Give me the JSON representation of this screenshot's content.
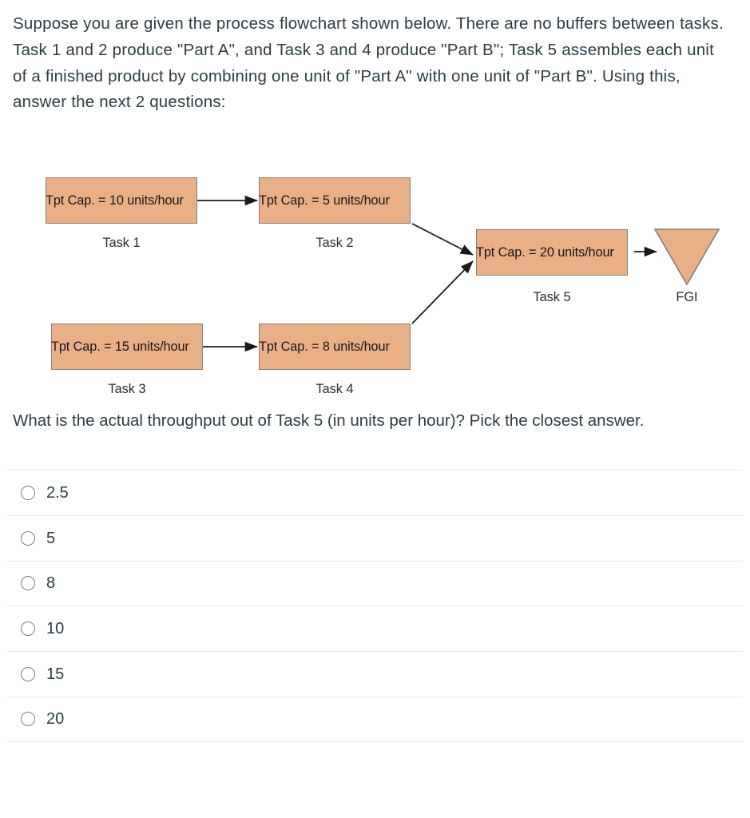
{
  "stem": {
    "text": "Suppose you are given the process flowchart shown below. There are no buffers between tasks. Task 1 and 2 produce \"Part A\", and Task 3 and 4 produce \"Part B\"; Task 5 assembles each unit of a finished product by combining one unit of \"Part A\" with one unit of \"Part B\". Using this, answer the next 2 questions:"
  },
  "flowchart": {
    "node_fill_color": "#E9B088",
    "node_border_color": "#8a7f76",
    "nodes": [
      {
        "id": "task1",
        "text": "Tpt Cap. = 10 units/hour",
        "caption": "Task 1",
        "shape": "rect"
      },
      {
        "id": "task2",
        "text": "Tpt Cap. = 5 units/hour",
        "caption": "Task 2",
        "shape": "rect"
      },
      {
        "id": "task3",
        "text": "Tpt Cap. = 15 units/hour",
        "caption": "Task 3",
        "shape": "rect"
      },
      {
        "id": "task4",
        "text": "Tpt Cap. = 8 units/hour",
        "caption": "Task 4",
        "shape": "rect"
      },
      {
        "id": "task5",
        "text": "Tpt Cap. = 20 units/hour",
        "caption": "Task 5",
        "shape": "rect"
      },
      {
        "id": "fgi",
        "text": "",
        "caption": "FGI",
        "shape": "inverted-triangle"
      }
    ],
    "edges": [
      {
        "from": "task1",
        "to": "task2"
      },
      {
        "from": "task3",
        "to": "task4"
      },
      {
        "from": "task2",
        "to": "task5"
      },
      {
        "from": "task4",
        "to": "task5"
      },
      {
        "from": "task5",
        "to": "fgi"
      }
    ]
  },
  "question2": {
    "text": "What is the actual throughput out of Task 5 (in units per hour)? Pick the closest answer."
  },
  "answers": {
    "options": [
      {
        "label": "2.5",
        "selected": false
      },
      {
        "label": "5",
        "selected": false
      },
      {
        "label": "8",
        "selected": false
      },
      {
        "label": "10",
        "selected": false
      },
      {
        "label": "15",
        "selected": false
      },
      {
        "label": "20",
        "selected": false
      }
    ]
  }
}
